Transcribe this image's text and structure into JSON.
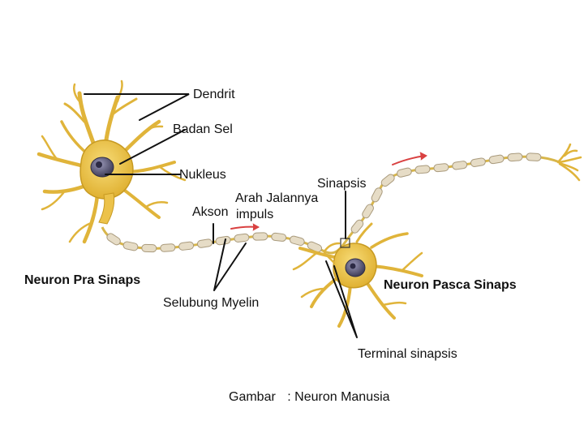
{
  "labels": {
    "dendrit": "Dendrit",
    "badan_sel": "Badan Sel",
    "nukleus": "Nukleus",
    "sinapsis": "Sinapsis",
    "arah_line1": "Arah Jalannya",
    "arah_line2": "impuls",
    "akson": "Akson",
    "neuron_pra": "Neuron Pra Sinaps",
    "neuron_pasca": "Neuron Pasca Sinaps",
    "selubung": "Selubung Myelin",
    "terminal": "Terminal sinapsis"
  },
  "caption": {
    "prefix": "Gambar",
    "separator": ":",
    "title": "Neuron Manusia"
  },
  "colors": {
    "cell_body": "#f2c94a",
    "cell_outline": "#c9a227",
    "dendrite": "#e3b93a",
    "myelin_fill": "#e6dcc6",
    "myelin_stroke": "#a99a7c",
    "nucleus": "#5c5a78",
    "impulse_arrow": "#d94141",
    "leader_line": "#111111"
  },
  "icons": {
    "impulse": "impulse-arrow-icon",
    "synapse_marker": "square-marker-icon"
  }
}
